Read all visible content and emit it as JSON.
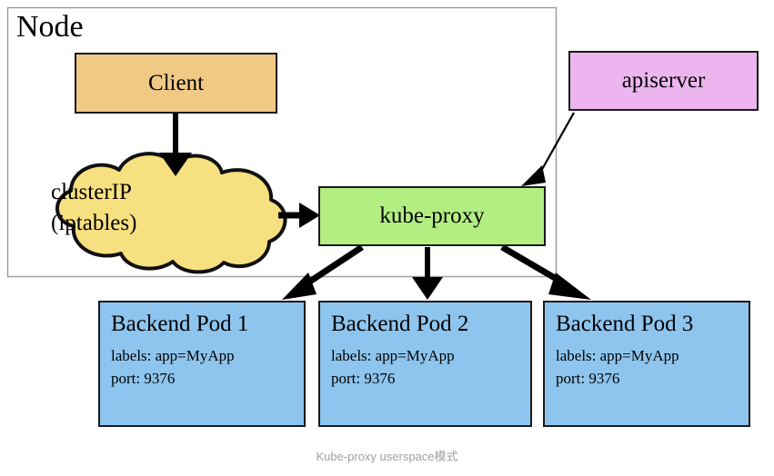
{
  "diagram": {
    "node_label": "Node",
    "caption": "Kube-proxy userspace模式",
    "colors": {
      "client_fill": "#f0c985",
      "cloud_fill": "#f7e07f",
      "kube_proxy_fill": "#b3ee82",
      "apiserver_fill": "#ecb5f0",
      "pod_fill": "#8ec5ee",
      "stroke": "#1a1a1a",
      "node_border": "#808080",
      "caption_color": "#9aa0a6"
    },
    "client": {
      "label": "Client"
    },
    "cloud": {
      "line1": "clusterIP",
      "line2": "(iptables)"
    },
    "kube_proxy": {
      "label": "kube-proxy"
    },
    "apiserver": {
      "label": "apiserver"
    },
    "pods": [
      {
        "title": "Backend Pod 1",
        "labels": "labels: app=MyApp",
        "port": "port: 9376"
      },
      {
        "title": "Backend Pod 2",
        "labels": "labels: app=MyApp",
        "port": "port: 9376"
      },
      {
        "title": "Backend Pod 3",
        "labels": "labels: app=MyApp",
        "port": "port: 9376"
      }
    ],
    "edges": [
      {
        "from": "client",
        "to": "clusterIP-cloud",
        "style": "thick-arrow-down"
      },
      {
        "from": "clusterIP-cloud",
        "to": "kube-proxy",
        "style": "thick-arrow-right"
      },
      {
        "from": "apiserver",
        "to": "kube-proxy",
        "style": "thin-arrow-diagonal"
      },
      {
        "from": "kube-proxy",
        "to": "backend-pod-1",
        "style": "thick-arrow-diagonal"
      },
      {
        "from": "kube-proxy",
        "to": "backend-pod-2",
        "style": "thick-arrow-down"
      },
      {
        "from": "kube-proxy",
        "to": "backend-pod-3",
        "style": "thick-arrow-diagonal"
      }
    ]
  }
}
